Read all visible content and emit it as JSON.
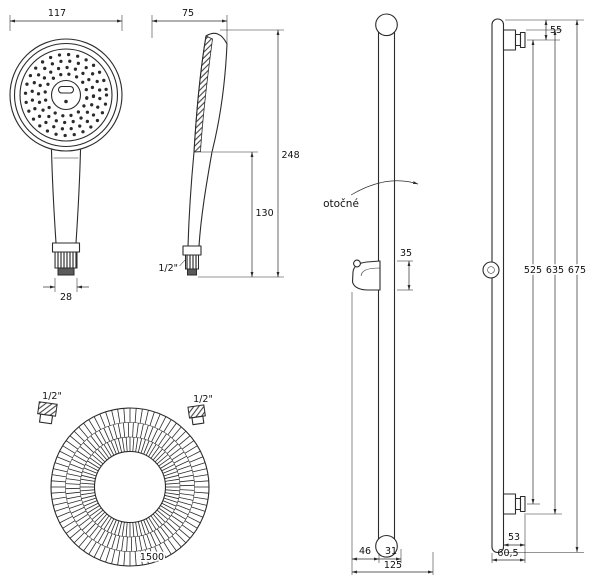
{
  "views": {
    "head_front": {
      "width": "117",
      "connector_width": "28"
    },
    "head_side": {
      "width": "75",
      "total_height": "248",
      "handle_height": "130",
      "thread": "1/2\""
    },
    "rail_front": {
      "rotation_note": "otočné",
      "holder_height": "35",
      "offset_left": "46",
      "offset_right": "31",
      "base_width": "125"
    },
    "rail_side": {
      "top_offset": "55",
      "bracket_span": "525",
      "mount_span": "635",
      "total_height": "675",
      "base_depth": "60,5",
      "bracket_depth": "53"
    },
    "hose": {
      "thread_left": "1/2\"",
      "thread_right": "1/2\"",
      "length": "1500"
    }
  }
}
